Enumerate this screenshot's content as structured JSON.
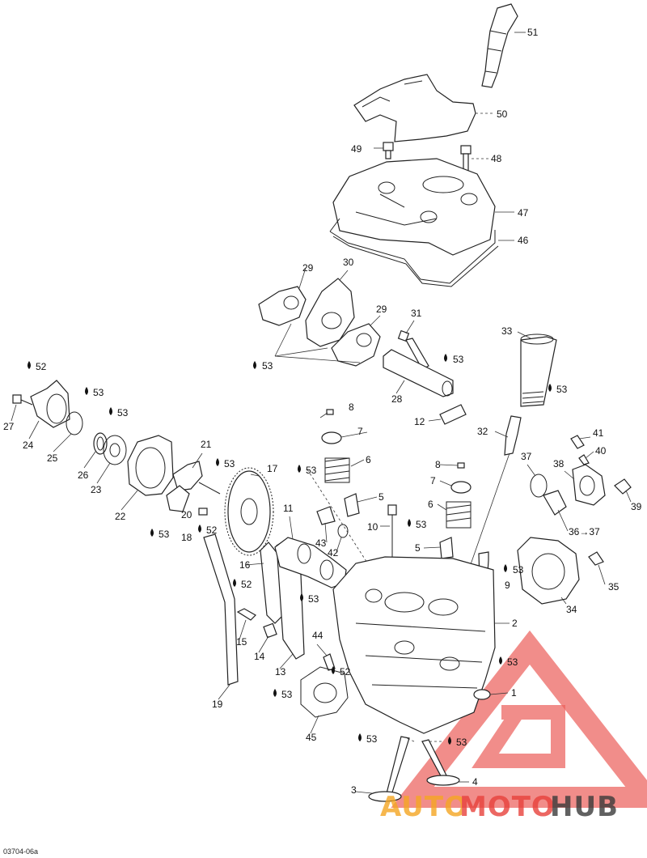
{
  "drawing_code": "03704-06a",
  "callouts": [
    "51",
    "50",
    "49",
    "48",
    "47",
    "46",
    "29",
    "30",
    "29",
    "31",
    "53",
    "33",
    "53",
    "28",
    "53",
    "52",
    "53",
    "8",
    "53",
    "12",
    "7",
    "27",
    "24",
    "25",
    "26",
    "23",
    "22",
    "21",
    "53",
    "6",
    "32",
    "41",
    "40",
    "37",
    "38",
    "39",
    "20",
    "18",
    "53",
    "52",
    "17",
    "53",
    "5",
    "8",
    "7",
    "6",
    "11",
    "10",
    "53",
    "43",
    "42",
    "5",
    "36→37",
    "53",
    "16",
    "9",
    "35",
    "34",
    "52",
    "53",
    "2",
    "15",
    "14",
    "44",
    "52",
    "13",
    "53",
    "53",
    "1",
    "19",
    "45",
    "53",
    "53",
    "3",
    "4"
  ],
  "watermark": {
    "brand_part1": "AUTO",
    "brand_part2": "MOTO",
    "brand_part3": "HUB",
    "color_primary": "#e8423c",
    "color_secondary": "#f5a623",
    "color_dark": "#3a3a3a"
  }
}
